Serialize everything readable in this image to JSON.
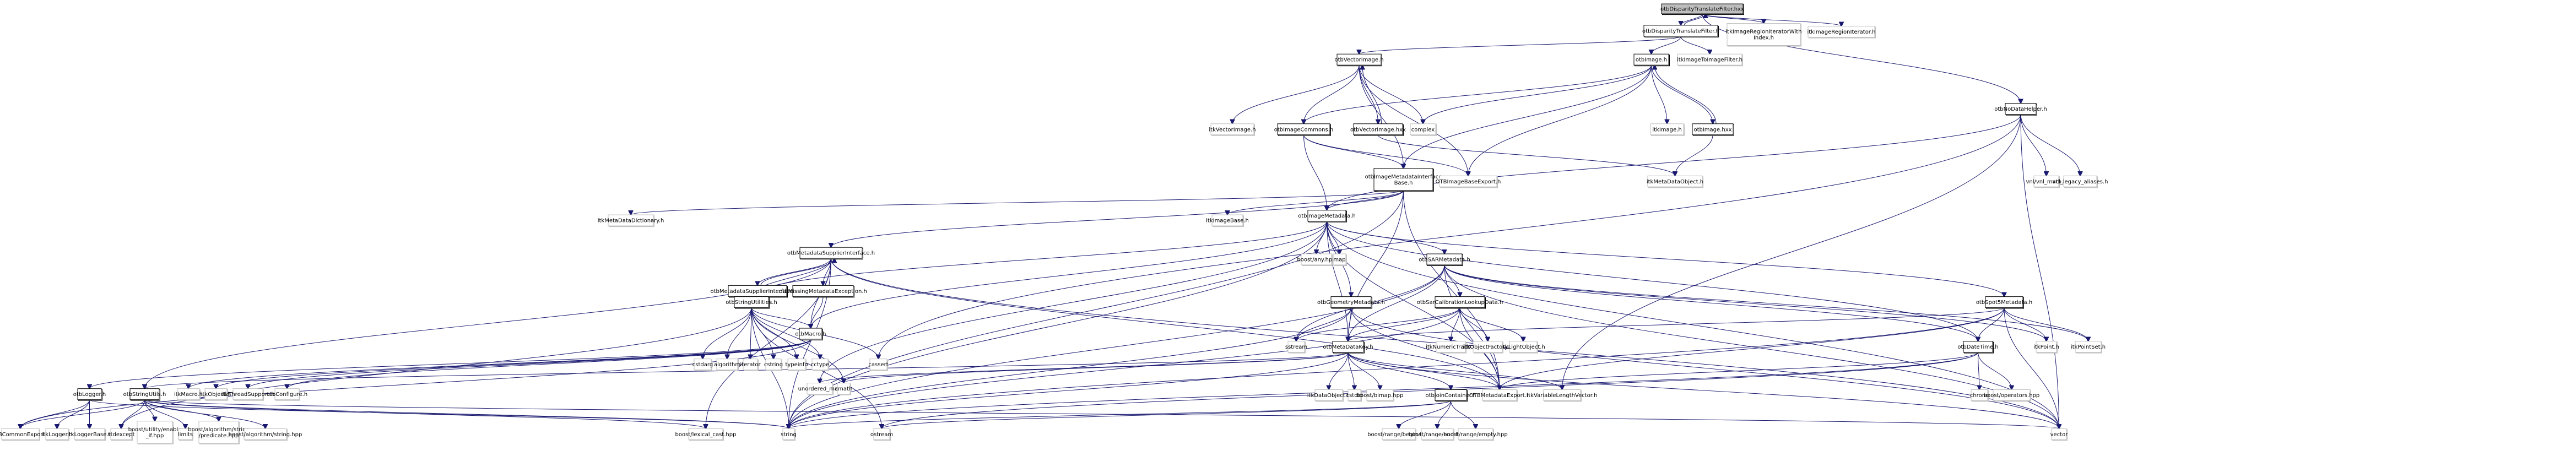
{
  "title": "otbDisparityTranslateFilter.hxx include dependency graph",
  "colors": {
    "edge": "#191970",
    "root_fill": "#bfbfbf",
    "external_border": "#bfbfbf",
    "local_border": "#000000"
  },
  "nodes": [
    {
      "id": "root",
      "label": [
        "otbDisparityTranslateFilter.hxx"
      ],
      "kind": "root"
    },
    {
      "id": "dtf_h",
      "label": [
        "otbDisparityTranslateFilter.h"
      ],
      "kind": "local"
    },
    {
      "id": "itkIRIWI",
      "label": [
        "itkImageRegionIteratorWith",
        "Index.h"
      ],
      "kind": "external"
    },
    {
      "id": "itkIRI",
      "label": [
        "itkImageRegionIterator.h"
      ],
      "kind": "external"
    },
    {
      "id": "otbVectorImage_h",
      "label": [
        "otbVectorImage.h"
      ],
      "kind": "local"
    },
    {
      "id": "otbImage_h",
      "label": [
        "otbImage.h"
      ],
      "kind": "local"
    },
    {
      "id": "itkI2IF",
      "label": [
        "itkImageToImageFilter.h"
      ],
      "kind": "external"
    },
    {
      "id": "otbNoDataHelper",
      "label": [
        "otbNoDataHelper.h"
      ],
      "kind": "local"
    },
    {
      "id": "itkVectorImage",
      "label": [
        "itkVectorImage.h"
      ],
      "kind": "external"
    },
    {
      "id": "otbImageCommons",
      "label": [
        "otbImageCommons.h"
      ],
      "kind": "local"
    },
    {
      "id": "otbVectorImage_hxx",
      "label": [
        "otbVectorImage.hxx"
      ],
      "kind": "local"
    },
    {
      "id": "complex",
      "label": [
        "complex"
      ],
      "kind": "external"
    },
    {
      "id": "itkImage",
      "label": [
        "itkImage.h"
      ],
      "kind": "external"
    },
    {
      "id": "otbImage_hxx",
      "label": [
        "otbImage.hxx"
      ],
      "kind": "local"
    },
    {
      "id": "otbIMIB",
      "label": [
        "otbImageMetadataInterface",
        "Base.h"
      ],
      "kind": "local"
    },
    {
      "id": "OTBImageBaseExport",
      "label": [
        "OTBImageBaseExport.h"
      ],
      "kind": "external"
    },
    {
      "id": "itkMetaDataObject",
      "label": [
        "itkMetaDataObject.h"
      ],
      "kind": "external"
    },
    {
      "id": "vnl_math",
      "label": [
        "vnl/vnl_math.h"
      ],
      "kind": "external"
    },
    {
      "id": "vcl_legacy",
      "label": [
        "vcl_legacy_aliases.h"
      ],
      "kind": "external"
    },
    {
      "id": "itkMetaDataDictionary",
      "label": [
        "itkMetaDataDictionary.h"
      ],
      "kind": "external"
    },
    {
      "id": "itkImageBase",
      "label": [
        "itkImageBase.h"
      ],
      "kind": "external"
    },
    {
      "id": "otbImageMetadata",
      "label": [
        "otbImageMetadata.h"
      ],
      "kind": "local"
    },
    {
      "id": "otbMSI",
      "label": [
        "otbMetadataSupplierInterface.h"
      ],
      "kind": "local"
    },
    {
      "id": "boost_any",
      "label": [
        "boost/any.hpp"
      ],
      "kind": "external"
    },
    {
      "id": "map",
      "label": [
        "map"
      ],
      "kind": "external"
    },
    {
      "id": "otbSARMetadata",
      "label": [
        "otbSARMetadata.h"
      ],
      "kind": "local"
    },
    {
      "id": "otbMSI_hxx",
      "label": [
        "otbMetadataSupplierInterface.hxx"
      ],
      "kind": "local"
    },
    {
      "id": "otbMissingMeta",
      "label": [
        "otbMissingMetadataException.h"
      ],
      "kind": "local"
    },
    {
      "id": "otbStringUtilities",
      "label": [
        "otbStringUtilities.h"
      ],
      "kind": "local"
    },
    {
      "id": "otbGeometryMetadata",
      "label": [
        "otbGeometryMetadata.h"
      ],
      "kind": "local"
    },
    {
      "id": "otbSarCalib",
      "label": [
        "otbSarCalibrationLookupData.h"
      ],
      "kind": "local"
    },
    {
      "id": "otbSpot5Metadata",
      "label": [
        "otbSpot5Metadata.h"
      ],
      "kind": "local"
    },
    {
      "id": "otbMacro",
      "label": [
        "otbMacro.h"
      ],
      "kind": "local"
    },
    {
      "id": "cstdarg",
      "label": [
        "cstdarg"
      ],
      "kind": "external"
    },
    {
      "id": "algorithm",
      "label": [
        "algorithm"
      ],
      "kind": "external"
    },
    {
      "id": "iterator",
      "label": [
        "iterator"
      ],
      "kind": "external"
    },
    {
      "id": "cstring",
      "label": [
        "cstring"
      ],
      "kind": "external"
    },
    {
      "id": "typeinfo",
      "label": [
        "typeinfo"
      ],
      "kind": "external"
    },
    {
      "id": "cctype",
      "label": [
        "cctype"
      ],
      "kind": "external"
    },
    {
      "id": "cassert",
      "label": [
        "cassert"
      ],
      "kind": "external"
    },
    {
      "id": "sstream",
      "label": [
        "sstream"
      ],
      "kind": "external"
    },
    {
      "id": "otbMetaDataKey",
      "label": [
        "otbMetaDataKey.h"
      ],
      "kind": "local"
    },
    {
      "id": "itkNumericTraits",
      "label": [
        "itkNumericTraits.h"
      ],
      "kind": "external"
    },
    {
      "id": "itkObjectFactory",
      "label": [
        "itkObjectFactory.h"
      ],
      "kind": "external"
    },
    {
      "id": "itkLightObject",
      "label": [
        "itkLightObject.h"
      ],
      "kind": "external"
    },
    {
      "id": "otbDateTime",
      "label": [
        "otbDateTime.h"
      ],
      "kind": "local"
    },
    {
      "id": "itkPoint",
      "label": [
        "itkPoint.h"
      ],
      "kind": "external"
    },
    {
      "id": "itkPointSet",
      "label": [
        "itkPointSet.h"
      ],
      "kind": "external"
    },
    {
      "id": "otbLogger",
      "label": [
        "otbLogger.h"
      ],
      "kind": "local"
    },
    {
      "id": "otbStringUtils",
      "label": [
        "otbStringUtils.h"
      ],
      "kind": "local"
    },
    {
      "id": "itkMacro",
      "label": [
        "itkMacro.h"
      ],
      "kind": "external"
    },
    {
      "id": "itkObject",
      "label": [
        "itkObject.h"
      ],
      "kind": "external"
    },
    {
      "id": "itkThreadSupport",
      "label": [
        "itkThreadSupport.h"
      ],
      "kind": "external"
    },
    {
      "id": "otbConfigure",
      "label": [
        "otbConfigure.h"
      ],
      "kind": "external"
    },
    {
      "id": "unordered_map",
      "label": [
        "unordered_map"
      ],
      "kind": "external"
    },
    {
      "id": "cmath",
      "label": [
        "cmath"
      ],
      "kind": "external"
    },
    {
      "id": "itkDataObject",
      "label": [
        "itkDataObject.h"
      ],
      "kind": "external"
    },
    {
      "id": "cstdio",
      "label": [
        "cstdio"
      ],
      "kind": "external"
    },
    {
      "id": "boost_bimap",
      "label": [
        "boost/bimap.hpp"
      ],
      "kind": "external"
    },
    {
      "id": "otbJoinContainer",
      "label": [
        "otbJoinContainer.h"
      ],
      "kind": "local"
    },
    {
      "id": "OTBMetadataExport",
      "label": [
        "OTBMetadataExport.h"
      ],
      "kind": "external"
    },
    {
      "id": "itkVLV",
      "label": [
        "itkVariableLengthVector.h"
      ],
      "kind": "external"
    },
    {
      "id": "chrono",
      "label": [
        "chrono"
      ],
      "kind": "external"
    },
    {
      "id": "boost_operators",
      "label": [
        "boost/operators.hpp"
      ],
      "kind": "external"
    },
    {
      "id": "OTBCommonExport",
      "label": [
        "OTBCommonExport.h"
      ],
      "kind": "external"
    },
    {
      "id": "itkLogger",
      "label": [
        "itkLogger.h"
      ],
      "kind": "external"
    },
    {
      "id": "itkLoggerBase",
      "label": [
        "itkLoggerBase.h"
      ],
      "kind": "external"
    },
    {
      "id": "stdexcept",
      "label": [
        "stdexcept"
      ],
      "kind": "external"
    },
    {
      "id": "boost_enable_if",
      "label": [
        "boost/utility/enable",
        "_if.hpp"
      ],
      "kind": "external"
    },
    {
      "id": "limits",
      "label": [
        "limits"
      ],
      "kind": "external"
    },
    {
      "id": "boost_predicate",
      "label": [
        "boost/algorithm/string",
        "/predicate.hpp"
      ],
      "kind": "external"
    },
    {
      "id": "boost_string",
      "label": [
        "boost/algorithm/string.hpp"
      ],
      "kind": "external"
    },
    {
      "id": "boost_lexical_cast",
      "label": [
        "boost/lexical_cast.hpp"
      ],
      "kind": "external"
    },
    {
      "id": "string",
      "label": [
        "string"
      ],
      "kind": "external"
    },
    {
      "id": "ostream",
      "label": [
        "ostream"
      ],
      "kind": "external"
    },
    {
      "id": "boost_range_begin",
      "label": [
        "boost/range/begin.hpp"
      ],
      "kind": "external"
    },
    {
      "id": "boost_range_end",
      "label": [
        "boost/range/end.hpp"
      ],
      "kind": "external"
    },
    {
      "id": "boost_range_empty",
      "label": [
        "boost/range/empty.hpp"
      ],
      "kind": "external"
    },
    {
      "id": "vector",
      "label": [
        "vector"
      ],
      "kind": "external"
    }
  ],
  "edges": [
    [
      "root",
      "dtf_h"
    ],
    [
      "dtf_h",
      "root"
    ],
    [
      "root",
      "itkIRIWI"
    ],
    [
      "root",
      "itkIRI"
    ],
    [
      "root",
      "otbNoDataHelper"
    ],
    [
      "dtf_h",
      "otbVectorImage_h"
    ],
    [
      "dtf_h",
      "otbImage_h"
    ],
    [
      "dtf_h",
      "itkI2IF"
    ],
    [
      "otbVectorImage_h",
      "itkVectorImage"
    ],
    [
      "otbVectorImage_h",
      "otbImageCommons"
    ],
    [
      "otbVectorImage_h",
      "otbVectorImage_hxx"
    ],
    [
      "otbVectorImage_hxx",
      "otbVectorImage_h"
    ],
    [
      "otbVectorImage_h",
      "complex"
    ],
    [
      "otbVectorImage_h",
      "OTBImageBaseExport"
    ],
    [
      "otbVectorImage_h",
      "otbIMIB"
    ],
    [
      "otbImage_h",
      "complex"
    ],
    [
      "otbImage_h",
      "itkImage"
    ],
    [
      "otbImage_h",
      "otbImage_hxx"
    ],
    [
      "otbImage_hxx",
      "otbImage_h"
    ],
    [
      "otbImage_h",
      "otbImageCommons"
    ],
    [
      "otbImage_h",
      "OTBImageBaseExport"
    ],
    [
      "otbImage_h",
      "otbIMIB"
    ],
    [
      "otbImageCommons",
      "otbIMIB"
    ],
    [
      "otbImageCommons",
      "OTBImageBaseExport"
    ],
    [
      "otbImageCommons",
      "otbImageMetadata"
    ],
    [
      "otbVectorImage_hxx",
      "itkMetaDataObject"
    ],
    [
      "otbImage_hxx",
      "itkMetaDataObject"
    ],
    [
      "otbNoDataHelper",
      "vnl_math"
    ],
    [
      "otbNoDataHelper",
      "vcl_legacy"
    ],
    [
      "otbNoDataHelper",
      "otbImageMetadata"
    ],
    [
      "otbNoDataHelper",
      "vector"
    ],
    [
      "otbNoDataHelper",
      "itkVLV"
    ],
    [
      "otbNoDataHelper",
      "cassert"
    ],
    [
      "otbIMIB",
      "itkMetaDataDictionary"
    ],
    [
      "otbIMIB",
      "itkImageBase"
    ],
    [
      "otbIMIB",
      "otbImageMetadata"
    ],
    [
      "otbIMIB",
      "otbMSI"
    ],
    [
      "otbIMIB",
      "OTBMetadataExport"
    ],
    [
      "otbIMIB",
      "string"
    ],
    [
      "otbIMIB",
      "otbMetaDataKey"
    ],
    [
      "otbImageMetadata",
      "boost_any"
    ],
    [
      "otbImageMetadata",
      "map"
    ],
    [
      "otbImageMetadata",
      "otbSARMetadata"
    ],
    [
      "otbImageMetadata",
      "otbGeometryMetadata"
    ],
    [
      "otbImageMetadata",
      "otbMetaDataKey"
    ],
    [
      "otbImageMetadata",
      "otbStringUtilities"
    ],
    [
      "otbImageMetadata",
      "otbMacro"
    ],
    [
      "otbImageMetadata",
      "otbSpot5Metadata"
    ],
    [
      "otbImageMetadata",
      "otbDateTime"
    ],
    [
      "otbImageMetadata",
      "OTBMetadataExport"
    ],
    [
      "otbImageMetadata",
      "vector"
    ],
    [
      "otbImageMetadata",
      "string"
    ],
    [
      "otbImageMetadata",
      "unordered_map"
    ],
    [
      "otbMSI",
      "otbMSI_hxx"
    ],
    [
      "otbMSI_hxx",
      "otbMSI"
    ],
    [
      "otbMSI",
      "otbMissingMeta"
    ],
    [
      "otbMSI",
      "otbStringUtilities"
    ],
    [
      "otbMSI",
      "otbMacro"
    ],
    [
      "otbMSI",
      "otbStringUtils"
    ],
    [
      "otbMSI",
      "string"
    ],
    [
      "otbMSI",
      "boost_lexical_cast"
    ],
    [
      "otbMSI",
      "OTBMetadataExport"
    ],
    [
      "otbMSI",
      "vector"
    ],
    [
      "otbMissingMeta",
      "otbMacro"
    ],
    [
      "otbStringUtilities",
      "cstdarg"
    ],
    [
      "otbStringUtilities",
      "algorithm"
    ],
    [
      "otbStringUtilities",
      "iterator"
    ],
    [
      "otbStringUtilities",
      "cstring"
    ],
    [
      "otbStringUtilities",
      "typeinfo"
    ],
    [
      "otbStringUtilities",
      "cctype"
    ],
    [
      "otbStringUtilities",
      "cassert"
    ],
    [
      "otbStringUtilities",
      "otbMacro"
    ],
    [
      "otbStringUtilities",
      "string"
    ],
    [
      "otbStringUtilities",
      "stdexcept"
    ],
    [
      "otbStringUtilities",
      "ostream"
    ],
    [
      "otbStringUtilities",
      "cmath"
    ],
    [
      "otbMacro",
      "otbLogger"
    ],
    [
      "otbMacro",
      "itkMacro"
    ],
    [
      "otbMacro",
      "itkObject"
    ],
    [
      "otbMacro",
      "itkThreadSupport"
    ],
    [
      "otbMacro",
      "otbConfigure"
    ],
    [
      "otbMacro",
      "OTBCommonExport"
    ],
    [
      "otbSARMetadata",
      "otbSarCalib"
    ],
    [
      "otbSARMetadata",
      "otbMetaDataKey"
    ],
    [
      "otbSARMetadata",
      "sstream"
    ],
    [
      "otbSARMetadata",
      "itkPoint"
    ],
    [
      "otbSARMetadata",
      "itkPointSet"
    ],
    [
      "otbSARMetadata",
      "otbDateTime"
    ],
    [
      "otbSARMetadata",
      "vector"
    ],
    [
      "otbSARMetadata",
      "string"
    ],
    [
      "otbSARMetadata",
      "OTBMetadataExport"
    ],
    [
      "otbGeometryMetadata",
      "otbMetaDataKey"
    ],
    [
      "otbGeometryMetadata",
      "sstream"
    ],
    [
      "otbGeometryMetadata",
      "OTBMetadataExport"
    ],
    [
      "otbGeometryMetadata",
      "string"
    ],
    [
      "otbGeometryMetadata",
      "vector"
    ],
    [
      "otbSarCalib",
      "itkNumericTraits"
    ],
    [
      "otbSarCalib",
      "itkObjectFactory"
    ],
    [
      "otbSarCalib",
      "itkLightObject"
    ],
    [
      "otbSarCalib",
      "sstream"
    ],
    [
      "otbSarCalib",
      "otbMetaDataKey"
    ],
    [
      "otbSarCalib",
      "OTBMetadataExport"
    ],
    [
      "otbSarCalib",
      "string"
    ],
    [
      "otbSpot5Metadata",
      "otbDateTime"
    ],
    [
      "otbSpot5Metadata",
      "itkPoint"
    ],
    [
      "otbSpot5Metadata",
      "itkPointSet"
    ],
    [
      "otbSpot5Metadata",
      "vector"
    ],
    [
      "otbSpot5Metadata",
      "otbMetaDataKey"
    ],
    [
      "otbSpot5Metadata",
      "OTBMetadataExport"
    ],
    [
      "otbSpot5Metadata",
      "string"
    ],
    [
      "otbMetaDataKey",
      "itkDataObject"
    ],
    [
      "otbMetaDataKey",
      "cstdio"
    ],
    [
      "otbMetaDataKey",
      "boost_bimap"
    ],
    [
      "otbMetaDataKey",
      "otbJoinContainer"
    ],
    [
      "otbMetaDataKey",
      "OTBMetadataExport"
    ],
    [
      "otbMetaDataKey",
      "itkVLV"
    ],
    [
      "otbMetaDataKey",
      "string"
    ],
    [
      "otbMetaDataKey",
      "unordered_map"
    ],
    [
      "otbMetaDataKey",
      "cmath"
    ],
    [
      "otbMetaDataKey",
      "otbStringUtils"
    ],
    [
      "otbMetaDataKey",
      "vector"
    ],
    [
      "otbDateTime",
      "chrono"
    ],
    [
      "otbDateTime",
      "boost_operators"
    ],
    [
      "otbDateTime",
      "OTBMetadataExport"
    ],
    [
      "otbDateTime",
      "string"
    ],
    [
      "otbDateTime",
      "ostream"
    ],
    [
      "otbJoinContainer",
      "boost_range_begin"
    ],
    [
      "otbJoinContainer",
      "boost_range_end"
    ],
    [
      "otbJoinContainer",
      "boost_range_empty"
    ],
    [
      "otbJoinContainer",
      "string"
    ],
    [
      "otbJoinContainer",
      "ostream"
    ],
    [
      "otbLogger",
      "OTBCommonExport"
    ],
    [
      "otbLogger",
      "itkLogger"
    ],
    [
      "otbLogger",
      "itkLoggerBase"
    ],
    [
      "otbLogger",
      "string"
    ],
    [
      "otbStringUtils",
      "stdexcept"
    ],
    [
      "otbStringUtils",
      "boost_enable_if"
    ],
    [
      "otbStringUtils",
      "limits"
    ],
    [
      "otbStringUtils",
      "boost_predicate"
    ],
    [
      "otbStringUtils",
      "boost_string"
    ],
    [
      "otbStringUtils",
      "boost_lexical_cast"
    ],
    [
      "otbStringUtils",
      "string"
    ],
    [
      "otbStringUtils",
      "vector"
    ],
    [
      "otbStringUtils",
      "OTBCommonExport"
    ]
  ]
}
